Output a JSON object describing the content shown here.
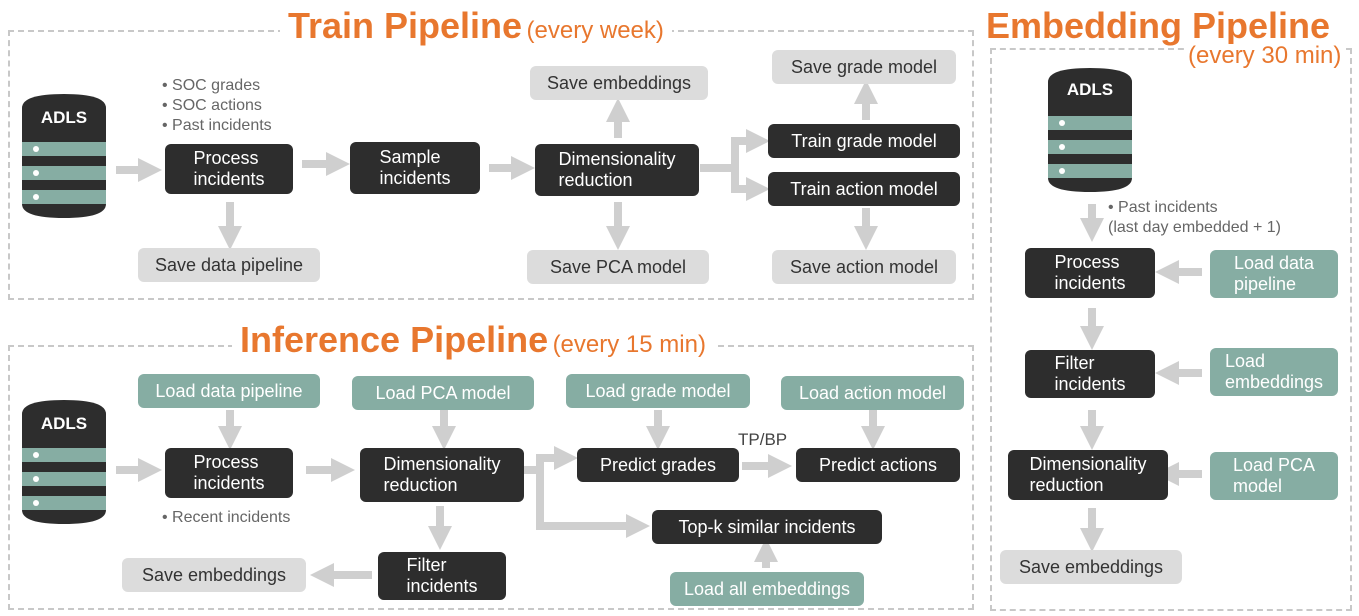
{
  "train": {
    "title": "Train Pipeline",
    "schedule": "(every week)",
    "db_label": "ADLS",
    "inputs_note": "• SOC grades\n• SOC actions\n• Past incidents",
    "process_incidents": "Process\nincidents",
    "sample_incidents": "Sample\nincidents",
    "dimensionality_reduction": "Dimensionality\nreduction",
    "train_grade_model": "Train grade model",
    "train_action_model": "Train action model",
    "save_embeddings": "Save embeddings",
    "save_grade_model": "Save grade model",
    "save_data_pipeline": "Save data pipeline",
    "save_pca_model": "Save PCA model",
    "save_action_model": "Save action model"
  },
  "inference": {
    "title": "Inference Pipeline",
    "schedule": "(every 15 min)",
    "db_label": "ADLS",
    "load_data_pipeline": "Load data pipeline",
    "load_pca_model": "Load PCA model",
    "load_grade_model": "Load grade model",
    "load_action_model": "Load action model",
    "process_incidents": "Process\nincidents",
    "dimensionality_reduction": "Dimensionality\nreduction",
    "predict_grades": "Predict grades",
    "predict_actions": "Predict actions",
    "tp_bp_label": "TP/BP",
    "recent_note": "• Recent incidents",
    "top_k": "Top-k similar incidents",
    "filter_incidents": "Filter\nincidents",
    "save_embeddings": "Save embeddings",
    "load_all_embeddings": "Load all embeddings"
  },
  "embedding": {
    "title": "Embedding Pipeline",
    "schedule": "(every 30 min)",
    "db_label": "ADLS",
    "past_note": "• Past incidents\n   (last day embedded + 1)",
    "process_incidents": "Process\nincidents",
    "load_data_pipeline": "Load data\npipeline",
    "filter_incidents": "Filter\nincidents",
    "load_embeddings": "Load\nembeddings",
    "dimensionality_reduction": "Dimensionality\nreduction",
    "load_pca_model": "Load PCA\nmodel",
    "save_embeddings": "Save embeddings"
  },
  "colors": {
    "accent": "#e8772e",
    "dark_box": "#2d2d2d",
    "teal_box": "#86ada3",
    "grey_box": "#dcdcdc",
    "arrow": "#cfcfcf",
    "db_body": "#2d2d2d",
    "db_stripe": "#86ada3"
  }
}
